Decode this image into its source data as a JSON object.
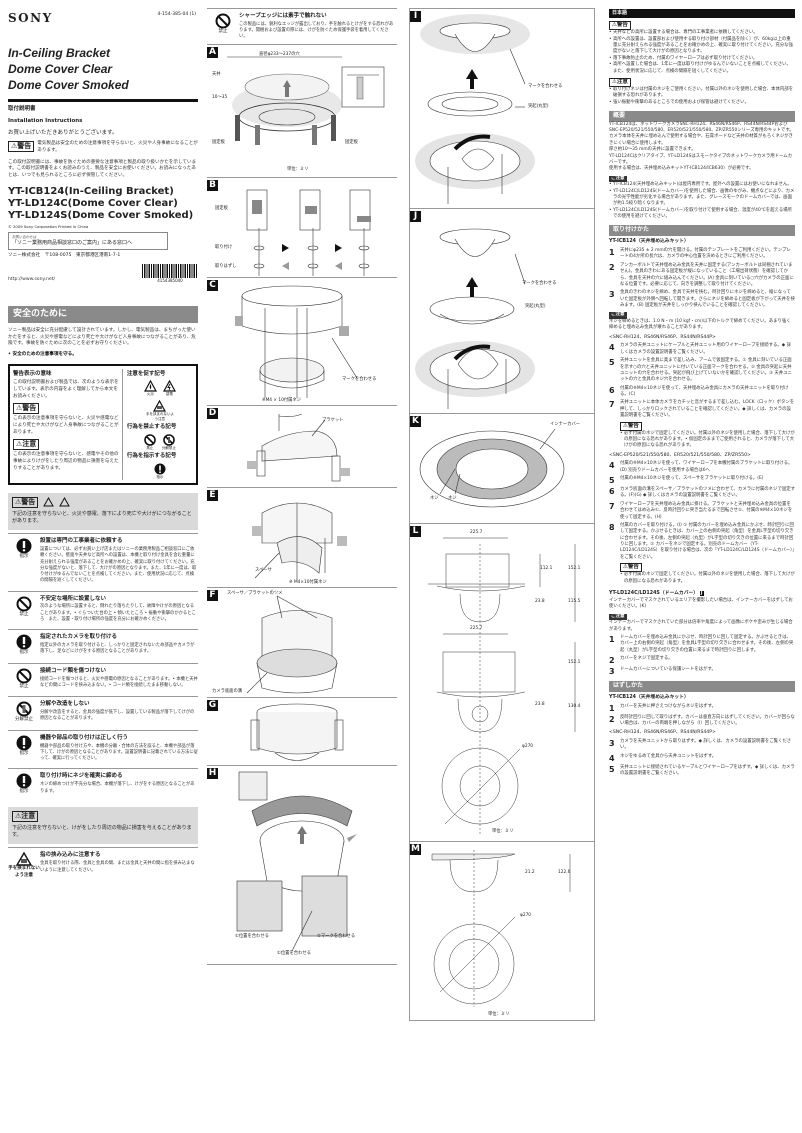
{
  "header": {
    "brand": "SONY",
    "doc_number": "4-154-385-04 (1)",
    "titles": [
      "In-Ceiling Bracket",
      "Dome Cover Clear",
      "Dome Cover Smoked"
    ],
    "jp_title": "取付説明書",
    "en_title": "Installation Instructions",
    "thanks": "お買い上げいただきありがとうございます。",
    "warning_tag": "⚠警告",
    "warning_text": "電気製品は安全のための注意事項を守らないと、火災や人身事故になることがあります。",
    "intro": "この取付説明書には、事故を防ぐための重要な注意事項と製品の取り扱いかたを示しています。この取付説明書をよくお読みのうえ、製品を安全にお使いください。お読みになったあとは、いつでも見られるところに必ず保管してください。",
    "models": [
      "YT-ICB124(In-Ceiling Bracket)",
      "YT-LD124C(Dome Cover Clear)",
      "YT-LD124S(Dome Cover Smoked)"
    ],
    "copyright": "© 2009 Sony Corporation  Printed in China",
    "inquiry_small": "お問い合わせは",
    "inquiry_main": "「ソニー業務用商品相談窓口のご案内」にある窓口へ",
    "address": "ソニー株式会社　〒108-0075　東京都港区港南1-7-1",
    "url": "http://www.sony.net/",
    "barcode_number": "4154385040"
  },
  "safety": {
    "section_title": "安全のために",
    "intro": "ソニー製品は安全に充分配慮して設計されています。しかし、電気製品は、まちがった使いかたをすると、火災や感電などにより死亡や大けがなど人身事故につながることがあり、危険です。事故を防ぐために次のことを必ずお守りください。",
    "bullet": "• 安全のための注意事項を守る。",
    "legend": {
      "meaning_title": "警告表示の意味",
      "meaning_text": "この取付説明書および製品では、次のような表示をしています。表示の内容をよく理解してから本文をお読みください。",
      "warning_tag": "⚠警告",
      "warning_text": "この表示の注意事項を守らないと、火災や感電などにより死亡や大けがなど人身事故につながることがあります。",
      "caution_tag": "⚠注意",
      "caution_text": "この表示の注意事項を守らないと、感電やその他の事故によりけがをしたり周辺の物品に損害を与えたりすることがあります。",
      "attention_title": "注意を促す記号",
      "attention_symbols": [
        "火災",
        "感電",
        "手を挟まれないよう注意"
      ],
      "prohibit_title": "行為を禁止する記号",
      "prohibit_symbols": [
        "禁止",
        "分解禁止"
      ],
      "instruct_title": "行為を指示する記号",
      "instruct_symbols": [
        "指示"
      ]
    },
    "warning_box": {
      "tag": "⚠警告",
      "icons": [
        "火災",
        "感電"
      ],
      "text": "下記の注意を守らないと、火災や感電、落下により死亡や大けがにつながることがあります。"
    },
    "warning_items": [
      {
        "icon": "指示",
        "title": "設置は専門の工事業者に依頼する",
        "body": "設置については、必ずお買い上げ店またはソニーの業務用製品ご相談窓口にご依頼ください。壁面や天井など高所への設置は、本機と取り付け金具を含む重量に充分耐えられる強度があることをお確かめの上、確実に取り付けてください。充分な強度がないと、落下して、大けがの原因となります。また、1年に一度は、取り付けがゆるんでないことを点検してください。また、使用状況に応じて、点検の間隔を短くしてください。"
      },
      {
        "icon": "禁止",
        "title": "不安定な場所に設置しない",
        "body": "次のような場所に設置すると、倒れたり落ちたりして、故障やけがの原因となることがあります。• ぐらついた台の上 • 傾いたところ • 振動や衝撃のかかるところ　また、設置・取り付け場所の強度を充分にお確かめください。"
      },
      {
        "icon": "指示",
        "title": "指定されたカメラを取り付ける",
        "body": "指定以外のカメラを取り付けると、しっかりと固定されないため部品やカメラが落下し、足などにけがをする原因となることがあります。"
      },
      {
        "icon": "禁止",
        "title": "接続コード類を傷つけない",
        "body": "接続コードを傷つけると、火災や感電の原因となることがあります。• 本機と天井などの間にコードを挟み込まない。• コード類を接続したまま移動しない。"
      },
      {
        "icon": "分解禁止",
        "title": "分解や改造をしない",
        "body": "分解や改造をすると、金具の強度が低下し、設置している製品が落下してけがの原因となることがあります。"
      },
      {
        "icon": "指示",
        "title": "機器や部品の取り付けは正しく行う",
        "body": "機器や部品の取り付け方や、本機の分離・合体の方法を誤ると、本機や部品が落下して、けがの原因となることがあります。設置説明書に記載されている方法に従って、確実に行ってください。"
      },
      {
        "icon": "指示",
        "title": "取り付け時にネジを確実に締める",
        "body": "ネジの締めつけが不充分な場合、本機が落下し、けがをする原因となることがあります。"
      }
    ],
    "caution_box": {
      "tag": "⚠注意",
      "text": "下記の注意を守らないと、けがをしたり周辺の物品に損害を与えることがあります。"
    },
    "caution_items": [
      {
        "icon": "手を挟まれないよう注意",
        "title": "指の挟み込みに注意する",
        "body": "金具を取り付ける際、金具と金具の間、または金具と天井の間に指を挟み込まないように注意してください。"
      },
      {
        "icon": "禁止",
        "title": "シャープエッジには素手で触れない",
        "body": "この製品には、鋭利なエッジが露出しており、手を触れるとけがをする恐れがあります。開梱および設置の際には、けがを防ぐため保護手袋を着用してください。"
      }
    ]
  },
  "figures": {
    "A": {
      "label": "A",
      "diameter": "直径φ233～237の穴",
      "ceiling": "天井",
      "thickness": "10～35",
      "plate_left": "固定板",
      "plate_right": "固定板",
      "unit": "単位：ミリ"
    },
    "B": {
      "label": "B",
      "plate": "固定板",
      "attach": "取り付け",
      "detach": "取りはずし"
    },
    "C": {
      "label": "C",
      "mark": "マークを合わせる",
      "screw": "※M4 × 10付属ネジ"
    },
    "D": {
      "label": "D",
      "bracket": "ブラケット"
    },
    "E": {
      "label": "E",
      "spacer": "スペーサ",
      "screw": "※ M4×10付属ネジ"
    },
    "F": {
      "label": "F",
      "claw": "スペーサ／ブラケットのツメ",
      "camera_mark": "カメラ底面の溝"
    },
    "G": {
      "label": "G"
    },
    "H": {
      "label": "H",
      "pos1": "①位置を合わせる",
      "mark2": "②マークを合わせる",
      "pos3": "①位置を合わせる"
    },
    "I": {
      "label": "I",
      "mark": "マークを合わせる",
      "bump": "突起(丸型)"
    },
    "J": {
      "label": "J",
      "mark": "マークを合わせる",
      "bump": "突起(丸型)"
    },
    "K": {
      "label": "K",
      "inner_cover": "インナーカバー",
      "screw1": "ネジ",
      "screw2": "ネジ"
    },
    "L": {
      "label": "L",
      "width": "225.7",
      "h1": "112.1",
      "h2": "152.1",
      "h3": "23.8",
      "h4": "115.5",
      "h5": "152.1",
      "h6": "23.8",
      "h7": "130.4",
      "dia": "φ270",
      "unit": "単位：ミリ"
    },
    "M": {
      "label": "M",
      "h1": "21.2",
      "h2": "122.6",
      "dia": "φ270",
      "unit": "単位：ミリ"
    }
  },
  "japanese": {
    "lang_bar": "日本語",
    "warning_tag": "⚠警告",
    "warnings": [
      "• 天井などの高所に設置する場合は、専門の工事業者に依頼してください。",
      "• 高所への設置は、設置部および使用する取り付け部材（付属品を除く）が、60kg以上の重量に充分耐えられる強度があることをお確かめの上、確実に取り付けてください。充分な強度がないと落下して大けがの原因となります。",
      "• 落下事故防止のため、付属のワイヤーロープは必ず取り付けてください。",
      "• 高所へ設置した場合は、1年に一度は取り付けがゆるんでいないことを点検してください。また、使用状況に応じて、点検の間隔を短くしてください。"
    ],
    "caution_tag": "⚠注意",
    "cautions": [
      "• 取り付けネジは付属のネジをご使用ください。付属以外のネジを使用した場合、本体内部を破損する恐れがあります。",
      "• 強い振動や衝撃のあるところでの使用および保管は避けてください。"
    ],
    "overview_title": "概要",
    "overview": [
      "YT-ICB124は、ネットワークカメラSNC-RH124、RS46N/RS46P、RS44N/RS44PおよびSNC-EP520/521/550/580、ER520/521/550/580、ZP/ZR550シリーズ専用のキットです。",
      "カメラ本体を天井に埋め込んで使用する場合や、石膏ボードなど天井の材質がもろくネジがききにくい場合に使用します。",
      "厚さ約10～35 mmの天井に設置できます。",
      "YT-LD124Cはクリアタイプ、YT-LD124Sはスモークタイプのネットワークカメラ用ドームカバーです。",
      "使用する場合は、天井埋め込みキットYT-ICB124/ICB630）が必要です。"
    ],
    "note_label": "ご注意",
    "notes": [
      "• YT-ICB124(天井埋め込みキット)は屋内専用です。屋外への設置にはお使いになれません。",
      "• YT-LD124C/LD124S(ドームカバー)を使用した場合、画像のゆがみ、機点などにより、カメラの光学性能が劣化する場合があります。また、グレースモークのドームカバーでは、画面が約1.5絞り暗くなります。",
      "• YT-LD124C/LD124S(ドームカバー)を取り付けて使用する場合、温度が40℃を超える場所での使用を避けてください。"
    ],
    "install_title": "取り付けかた",
    "install_sub": "YT-ICB124（天井埋め込みキット）",
    "install_steps": [
      {
        "n": "1",
        "t": "天井にφ235 ± 2 mmの穴を開ける。付属のテンプレートをご利用ください。テンプレートの4か所の長穴は、カメラの中心位置を決めるときにご利用ください。"
      },
      {
        "n": "2",
        "t": "アンカーボルトで天井埋め込み金具を天井に固定する(アンカーボルトは同梱されていません)。金具のきわにある固定板が縦になっていること（工場出荷状態）を確認してから、金具を天井の穴に組み込んでください。(A) 金具に刻いている○穴がカメラの正面になる位置です。必要に応じて、向きを調整して取り付けてください。"
      },
      {
        "n": "3",
        "t": "金具のきわのネジを締め、金具で天井を挟む。時計回りにネジを締めると、縦になっていた固定板が外側へ回転して開きます。さらにネジを締めると固定板が下がって天井を挟みます。(B) 固定板が天井をしっかり挟んでいることを確認してください。"
      }
    ],
    "torque_note": "ネジを締めるときは、1.0 N・m (10 kgf・cm)以下のトルクで締めてください。あまり強く締めると埋め込み金具が壊れることがあります。",
    "group1": "<SNC-RH124、RS46N/RS46P、RS44N/RS44P>",
    "group1_steps": [
      {
        "n": "4",
        "t": "カメラの天井ユニットにケーブルと天井ユニット用のワイヤーロープを接続する。◆ 詳しくはカメラの設置説明書をご覧ください。"
      },
      {
        "n": "5",
        "t": "天井ユニットを金具に奥まで差し込み、アームで仮固定する。① 金具に刻いている正面を示す○の穴と天井ユニットに付いている正面マークを合わせる。② 金具の突起に天井ユニットの穴を合わせる。突起が飛び上げていないかを確認してください。③ 天井ユニットの穴と金具のネジ穴を合わせる。"
      },
      {
        "n": "6",
        "t": "付属の※M4×10ネジを使って、天井埋め込み金具にカメラの天井ユニットを取り付ける。(C)"
      },
      {
        "n": "7",
        "t": "天井ユニットに本体カメラをカチッと音がするまで差し込む。LOCK（ロック）ボタンを押して、しっかりロックされていることを確認してください。◆ 詳しくは、カメラの設置説明書をご覧ください。"
      }
    ],
    "g1_warning": "• 必ず付属のネジで固定してください。付属以外のネジを使用した場合、落下して大けがの原因になる恐れがあります。• 仮固定のままでご使用されると、カメラが落下して大けがの原因になる恐れがあります。",
    "group2": "<SNC-EP520/521/550/580、ER520/521/550/580、ZP/ZR550>",
    "group2_steps": [
      {
        "n": "4",
        "t": "付属の※M4×10ネジを使って、ワイヤーロープを本機付属のブラケットに取り付ける。(D) 別売りドームカバーを使用する場合は6へ"
      },
      {
        "n": "5",
        "t": "付属の※M4×10ネジを使って、スペーサをブラケットに取り付ける。(E)"
      },
      {
        "n": "6",
        "t": "カメラ底面の溝をスペーサ／ブラケットのツメに合わせて、カメラに付属のネジで固定する。(F)(G) ◆ 詳しくはカメラの設置説明書をご覧ください。"
      },
      {
        "n": "7",
        "t": "ワイヤーロープを天井埋め込み金具に掛ける。ブラケットと天井埋め込み金具の位置を合わせてはめ込み①、反時計回りに突き当たるまで回転させ②、付属の※M4×10ネジを使って固定する。(H)"
      },
      {
        "n": "8",
        "t": "付属のカバーを取り付ける。(I) ① 付属のカバーを埋め込み金具にかぶせ、時計回りに回して固定する。かぶせるときは、カバー上の右側の突起（角型）を金具L字型の切り欠きに合わせます。その後、左側の突起（丸型）がL字型の切り欠きの位置に来るまで時計回りに回します。② カバーをネジで固定する。別売のドームカバー（YT-LD124C/LD124S）を取り付ける場合は、次の「YT-LD124C/LD124S（ドームカバー）」をご覧ください。"
      }
    ],
    "g2_warning": "• 必ず付属のネジで固定してください。付属以外のネジを使用した場合、落下して大けがの原因になる恐れがあります。",
    "dome_sub": "YT-LD124C/LD124S（ドームカバー）",
    "dome_ref": "J",
    "dome_intro": "インナーカバーでマスクされているエリアを撮影したい場合は、インナーカバーをはずしてお使いください。(K)",
    "dome_note": "インナーカバーでマスクされていた部分は倍率や角度によって画像にボケや歪みが生じる場合があります。",
    "dome_steps": [
      {
        "n": "1",
        "t": "ドームカバーを埋め込み金具にかぶせ、時計回りに回して固定する。かぶせるときは、カバー上の右側の突起（角型）を金具L字型の切り欠きに合わせます。その後、左側の突起（丸型）がL字型の切り欠きの位置に来るまで時計回りに回します。"
      },
      {
        "n": "2",
        "t": "カバーをネジで固定する。"
      },
      {
        "n": "3",
        "t": "ドームカバーについている保護シートをはがす。"
      }
    ],
    "remove_title": "はずしかた",
    "remove_sub": "YT-ICB124（天井埋め込みキット）",
    "remove_steps": [
      {
        "n": "1",
        "t": "カバーを天井に押さえつけながらネジをはずす。"
      },
      {
        "n": "2",
        "t": "反時計回りに回して取りはずす。カバーは垂直方向にはずしてください。カバーが回らない場合は、カバーの両端を押しながら（I）回してください。"
      }
    ],
    "remove_group": "<SNC-RH124、RS46N/RS46P、RS44N/RS44P>",
    "remove_group_steps": [
      {
        "n": "3",
        "t": "カメラを天井ユニットから取りはずす。◆ 詳しくは、カメラの設置説明書をご覧ください。"
      },
      {
        "n": "4",
        "t": "ネジをゆるめて金具から天井ユニットをはずす。"
      },
      {
        "n": "5",
        "t": "天井ユニットに接続されているケーブルとワイヤーロープをはずす。◆ 詳しくは、カメラの設置説明書をご覧ください。"
      }
    ]
  }
}
